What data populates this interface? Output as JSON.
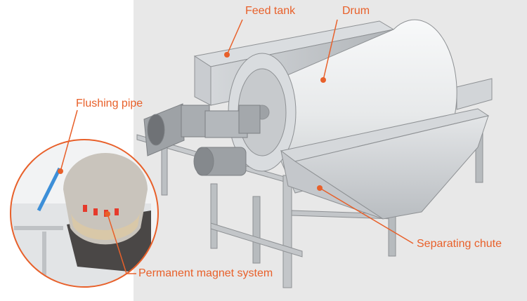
{
  "labels": {
    "feed_tank": "Feed tank",
    "drum": "Drum",
    "flushing_pipe": "Flushing pipe",
    "separating_chute": "Separating chute",
    "permanent_magnet_system": "Permanent magnet system"
  },
  "colors": {
    "label_text": "#e8602a",
    "leader_line": "#e8602a",
    "frame": "#bfc2c5",
    "frame_dark": "#8e9194",
    "drum": "#eceeef",
    "panel": "#e6e6e6"
  }
}
